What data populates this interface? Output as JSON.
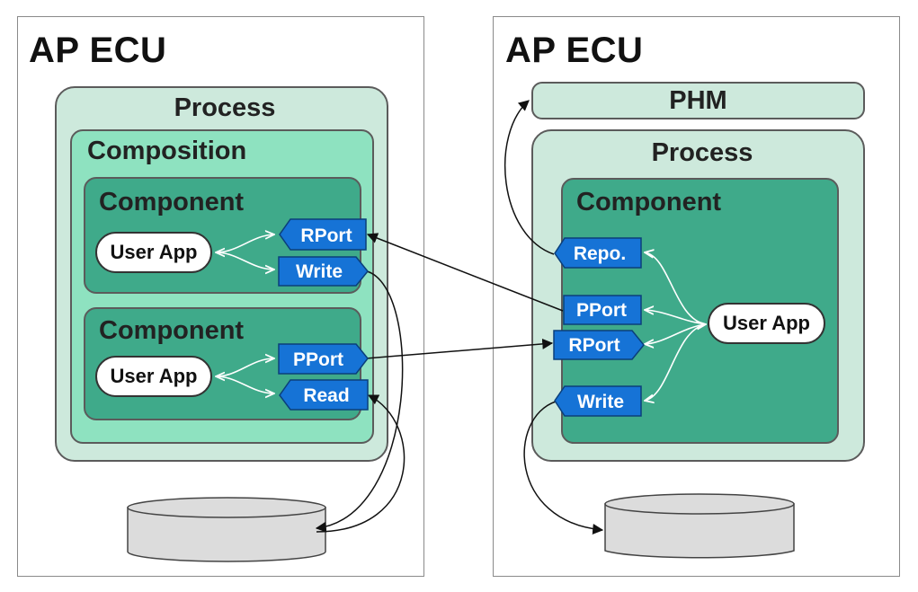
{
  "left_ecu": {
    "title": "AP ECU",
    "process_label": "Process",
    "composition_label": "Composition",
    "component1": {
      "label": "Component",
      "user_app": "User App",
      "ports": [
        "RPort",
        "Write"
      ]
    },
    "component2": {
      "label": "Component",
      "user_app": "User App",
      "ports": [
        "PPort",
        "Read"
      ]
    }
  },
  "right_ecu": {
    "title": "AP ECU",
    "phm_label": "PHM",
    "process_label": "Process",
    "component": {
      "label": "Component",
      "user_app": "User App",
      "ports": [
        "Repo.",
        "PPort",
        "RPort",
        "Write"
      ]
    }
  },
  "colors": {
    "port_fill": "#1673d6",
    "port_border": "#0b3f7a",
    "process_fill": "#cde9dc",
    "composition_fill": "#8ee2c0",
    "component_fill": "#3faa8a",
    "storage_fill": "#dcdcdc"
  }
}
